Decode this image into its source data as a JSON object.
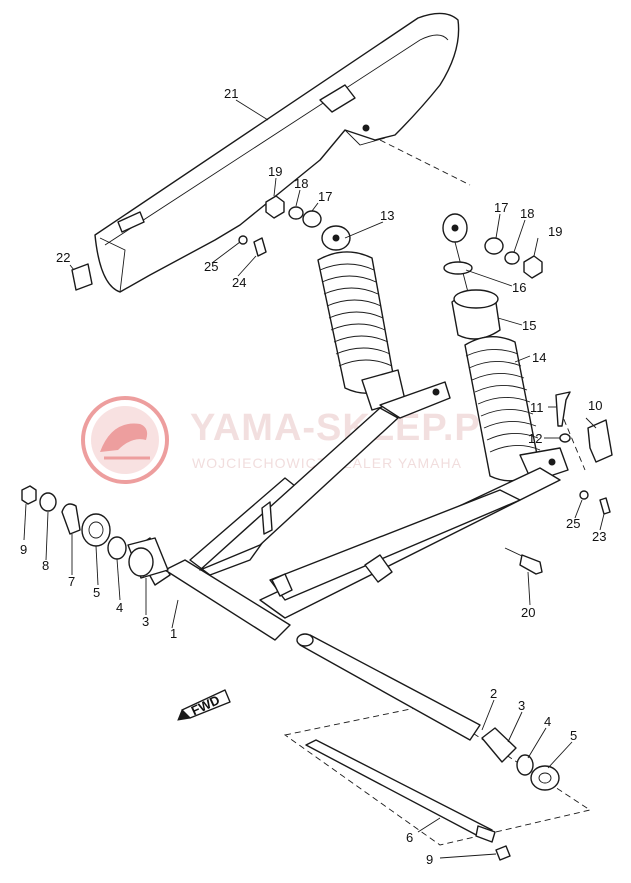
{
  "watermark": {
    "brand": "YAMA-SKLEP.PL",
    "subtitle": "WOJCIECHOWICZ DEALER YAMAHA",
    "logo_color": "#e05050"
  },
  "fwd_marker": "FWD",
  "callouts": [
    {
      "id": "21",
      "label": "21"
    },
    {
      "id": "19a",
      "label": "19"
    },
    {
      "id": "18a",
      "label": "18"
    },
    {
      "id": "17a",
      "label": "17"
    },
    {
      "id": "13",
      "label": "13"
    },
    {
      "id": "17b",
      "label": "17"
    },
    {
      "id": "18b",
      "label": "18"
    },
    {
      "id": "19b",
      "label": "19"
    },
    {
      "id": "16",
      "label": "16"
    },
    {
      "id": "15",
      "label": "15"
    },
    {
      "id": "14",
      "label": "14"
    },
    {
      "id": "22",
      "label": "22"
    },
    {
      "id": "25a",
      "label": "25"
    },
    {
      "id": "24",
      "label": "24"
    },
    {
      "id": "11",
      "label": "11"
    },
    {
      "id": "10",
      "label": "10"
    },
    {
      "id": "12",
      "label": "12"
    },
    {
      "id": "25b",
      "label": "25"
    },
    {
      "id": "23",
      "label": "23"
    },
    {
      "id": "9a",
      "label": "9"
    },
    {
      "id": "8",
      "label": "8"
    },
    {
      "id": "7",
      "label": "7"
    },
    {
      "id": "5a",
      "label": "5"
    },
    {
      "id": "4a",
      "label": "4"
    },
    {
      "id": "3a",
      "label": "3"
    },
    {
      "id": "1",
      "label": "1"
    },
    {
      "id": "20",
      "label": "20"
    },
    {
      "id": "2",
      "label": "2"
    },
    {
      "id": "3b",
      "label": "3"
    },
    {
      "id": "4b",
      "label": "4"
    },
    {
      "id": "5b",
      "label": "5"
    },
    {
      "id": "6",
      "label": "6"
    },
    {
      "id": "9b",
      "label": "9"
    }
  ]
}
